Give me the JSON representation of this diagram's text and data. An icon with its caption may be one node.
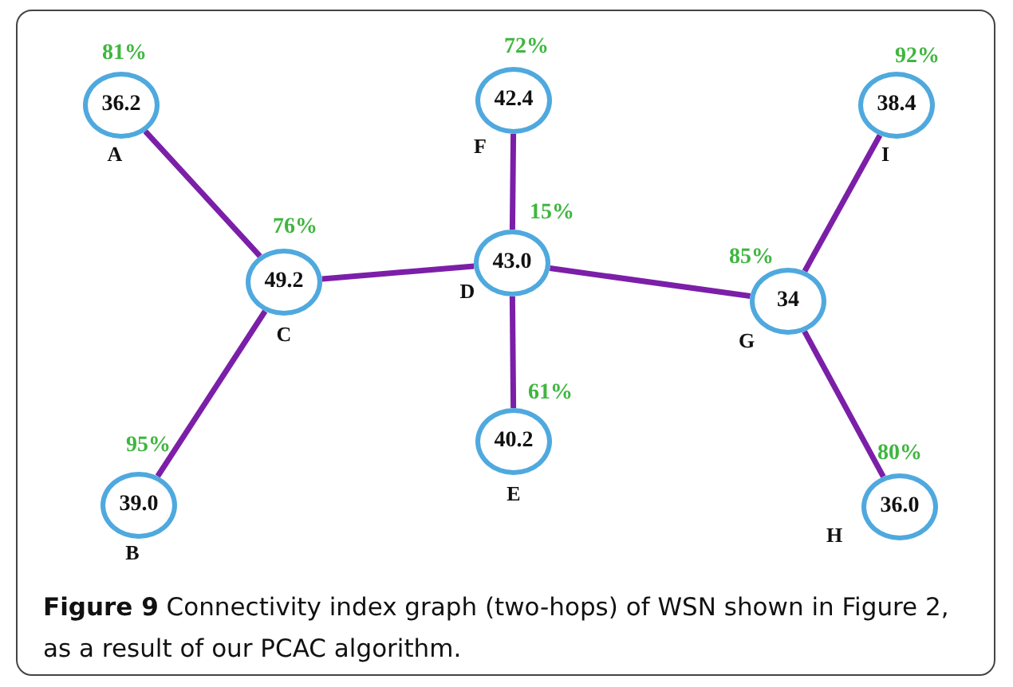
{
  "diagram": {
    "caption": "**Figure 9** Connectivity index graph (two-hops) of WSN shown in Figure 2, as a result of our PCAC algorithm.",
    "nodes": [
      {
        "text": [
          "36.2"
        ],
        "beside": [
          "81%",
          "A"
        ]
      },
      {
        "text": [
          "42.4"
        ],
        "beside": [
          "72%",
          "F"
        ]
      },
      {
        "text": [
          "38.4"
        ],
        "beside": [
          "92%",
          "I"
        ]
      },
      {
        "text": [
          "49.2"
        ],
        "beside": [
          "76%",
          "C"
        ]
      },
      {
        "text": [
          "43.0"
        ],
        "beside": [
          "15%",
          "D"
        ]
      },
      {
        "text": [
          "34"
        ],
        "beside": [
          "85%",
          "G"
        ]
      },
      {
        "text": [
          "40.2"
        ],
        "beside": [
          "61%",
          "E"
        ]
      },
      {
        "text": [
          "39.0"
        ],
        "beside": [
          "95%",
          "B"
        ]
      },
      {
        "text": [
          "36.0"
        ],
        "beside": [
          "80%",
          "H"
        ]
      }
    ],
    "edges": [
      {
        "from": 0,
        "to": 3,
        "arrow": "none"
      },
      {
        "from": 3,
        "to": 4,
        "arrow": "none"
      },
      {
        "from": 1,
        "to": 4,
        "arrow": "none"
      },
      {
        "from": 4,
        "to": 5,
        "arrow": "none"
      },
      {
        "from": 5,
        "to": 2,
        "arrow": "none"
      },
      {
        "from": 4,
        "to": 6,
        "arrow": "none"
      },
      {
        "from": 3,
        "to": 7,
        "arrow": "none"
      },
      {
        "from": 5,
        "to": 8,
        "arrow": "none"
      }
    ]
  }
}
